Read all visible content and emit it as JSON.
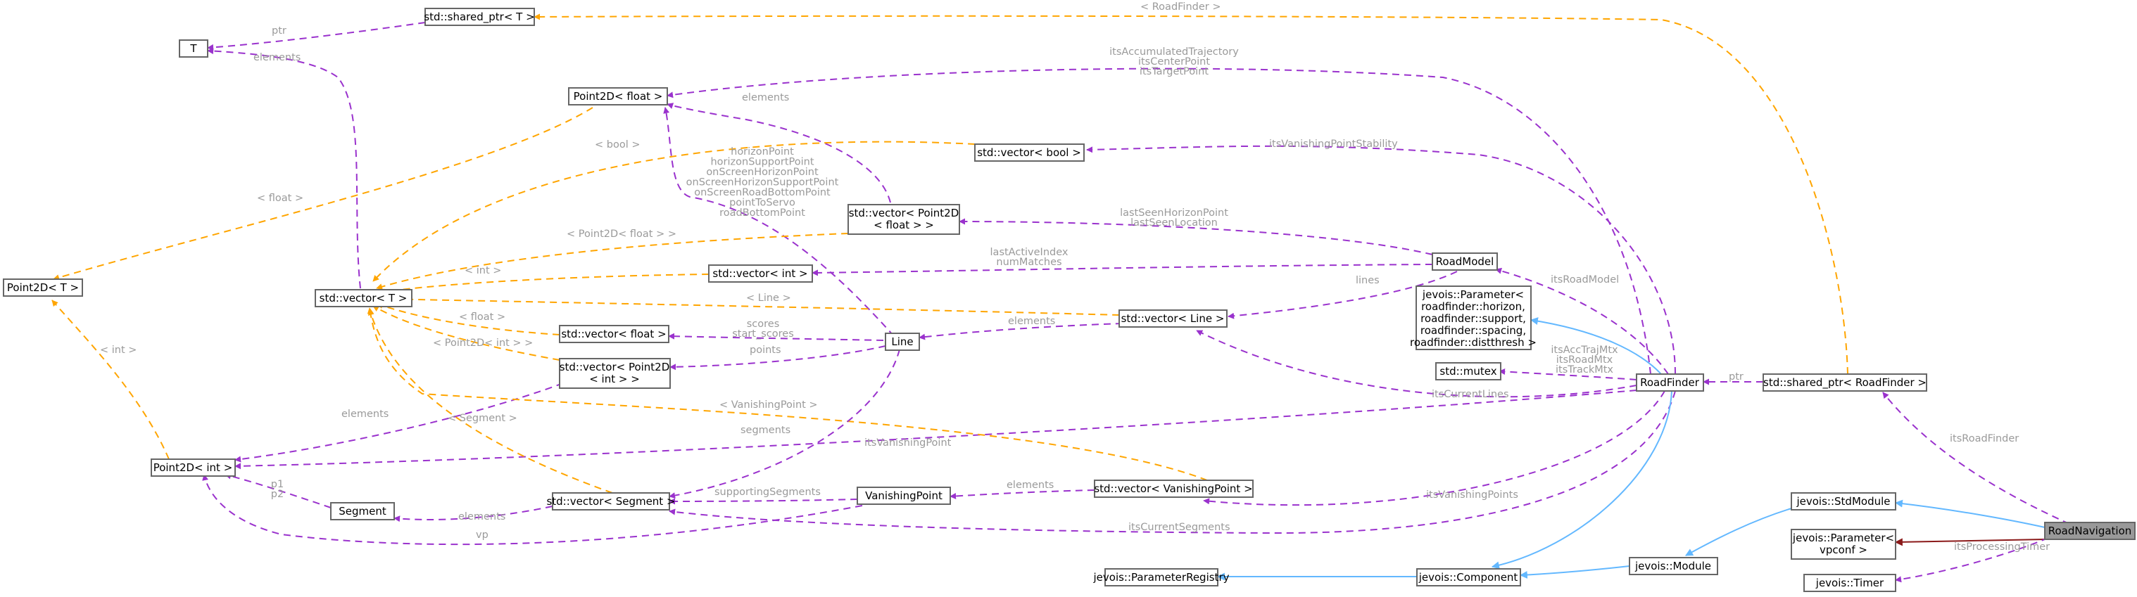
{
  "colors": {
    "usage_edge": "#9a32cd",
    "template_edge": "#ffa500",
    "inheritance_edge": "#63b8ff",
    "private_inheritance_edge": "#8b1a1a",
    "root_node_fill": "#999999",
    "edge_label": "#9a9a9a"
  },
  "nodes": {
    "shared_ptr_T": "std::shared_ptr< T >",
    "T": "T",
    "point2d_float": "Point2D< float >",
    "vector_bool": "std::vector< bool >",
    "vector_point2d_float": [
      "std::vector< Point2D",
      "< float > >"
    ],
    "roadmodel": "RoadModel",
    "point2d_T": "Point2D< T >",
    "vector_T": "std::vector< T >",
    "vector_int": "std::vector< int >",
    "param_roadfinder": [
      "jevois::Parameter<",
      "roadfinder::horizon,",
      "roadfinder::support,",
      "roadfinder::spacing,",
      "roadfinder::distthresh >"
    ],
    "vector_line": "std::vector< Line >",
    "vector_float": "std::vector< float >",
    "line": "Line",
    "mutex": "std::mutex",
    "vector_point2d_int": [
      "std::vector< Point2D",
      "< int > >"
    ],
    "roadfinder": "RoadFinder",
    "shared_ptr_roadfinder": "std::shared_ptr< RoadFinder >",
    "point2d_int": "Point2D< int >",
    "vanishingpoint": "VanishingPoint",
    "vector_vp": "std::vector< VanishingPoint >",
    "stdmodule": "jevois::StdModule",
    "segment": "Segment",
    "vector_segment": "std::vector< Segment >",
    "roadnavigation": "RoadNavigation",
    "param_vpconf": [
      "jevois::Parameter<",
      "vpconf >"
    ],
    "module": "jevois::Module",
    "paramregistry": "jevois::ParameterRegistry",
    "component": "jevois::Component",
    "timer": "jevois::Timer"
  },
  "edge_labels": {
    "sp_roadfinder_to_sp_T": "< RoadFinder >",
    "ptr_T": "ptr",
    "elements_T": "elements",
    "acc_traj": [
      "itsAccumulatedTrajectory",
      "itsCenterPoint",
      "itsTargetPoint"
    ],
    "elements_pf": "elements",
    "vp_stability": "itsVanishingPointStability",
    "bool_tpl": "< bool >",
    "line_points_pf": [
      "horizonPoint",
      "horizonSupportPoint",
      "onScreenHorizonPoint",
      "onScreenHorizonSupportPoint",
      "onScreenRoadBottomPoint",
      "pointToServo",
      "roadBottomPoint"
    ],
    "float_tpl_pt": "< float >",
    "last_seen": [
      "lastSeenHorizonPoint",
      "lastSeenLocation"
    ],
    "pf_tpl": "< Point2D< float > >",
    "last_active": [
      "lastActiveIndex",
      "numMatches"
    ],
    "int_tpl": "< int >",
    "its_road_model": "itsRoadModel",
    "lines": "lines",
    "line_tpl": "< Line >",
    "elements_line": "elements",
    "float_tpl": "< float >",
    "scores": [
      "scores",
      "start_scores"
    ],
    "points": "points",
    "pi_tpl": "< Point2D< int > >",
    "mtx": [
      "itsAccTrajMtx",
      "itsRoadMtx",
      "itsTrackMtx"
    ],
    "int_tpl_pt": "< int >",
    "ptr_rf": "ptr",
    "current_lines": "itsCurrentLines",
    "elements_pi": "elements",
    "vp_tpl": "< VanishingPoint >",
    "its_road_finder": "itsRoadFinder",
    "segments": "segments",
    "its_vanishing_point": "itsVanishingPoint",
    "segment_tpl": "< Segment >",
    "p1p2": [
      "p1",
      "p2"
    ],
    "supporting_segments": "supportingSegments",
    "elements_vp": "elements",
    "its_vanishing_points": "itsVanishingPoints",
    "elements_seg": "elements",
    "vp_edge": "vp",
    "current_segments": "itsCurrentSegments",
    "processing_timer": "itsProcessingTimer"
  }
}
